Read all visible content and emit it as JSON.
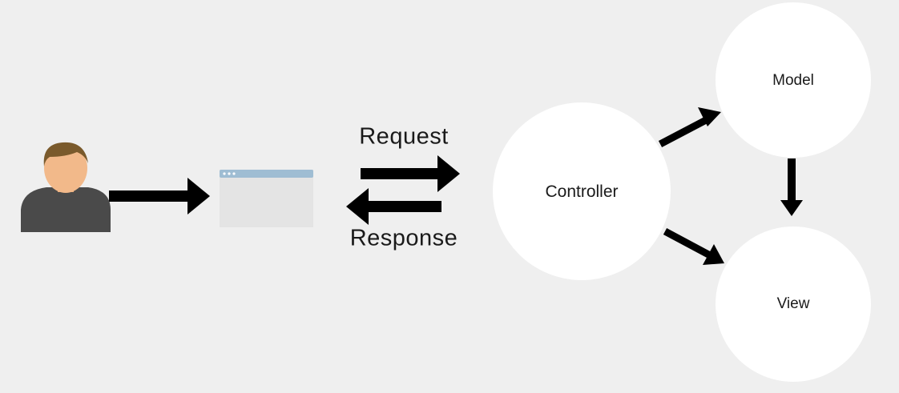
{
  "diagram": {
    "arrows": {
      "request_label": "Request",
      "response_label": "Response"
    },
    "nodes": {
      "controller": "Controller",
      "model": "Model",
      "view": "View"
    },
    "colors": {
      "background": "#efefef",
      "node_fill": "#ffffff",
      "arrow": "#000000",
      "browser_bar": "#9fbdd3",
      "browser_body": "#e4e4e4",
      "user_skin": "#f2b98a",
      "user_hair": "#7a5a2c",
      "user_shirt": "#4a4a4a"
    },
    "icons": {
      "user": "user-avatar-icon",
      "browser": "browser-window-icon"
    }
  }
}
